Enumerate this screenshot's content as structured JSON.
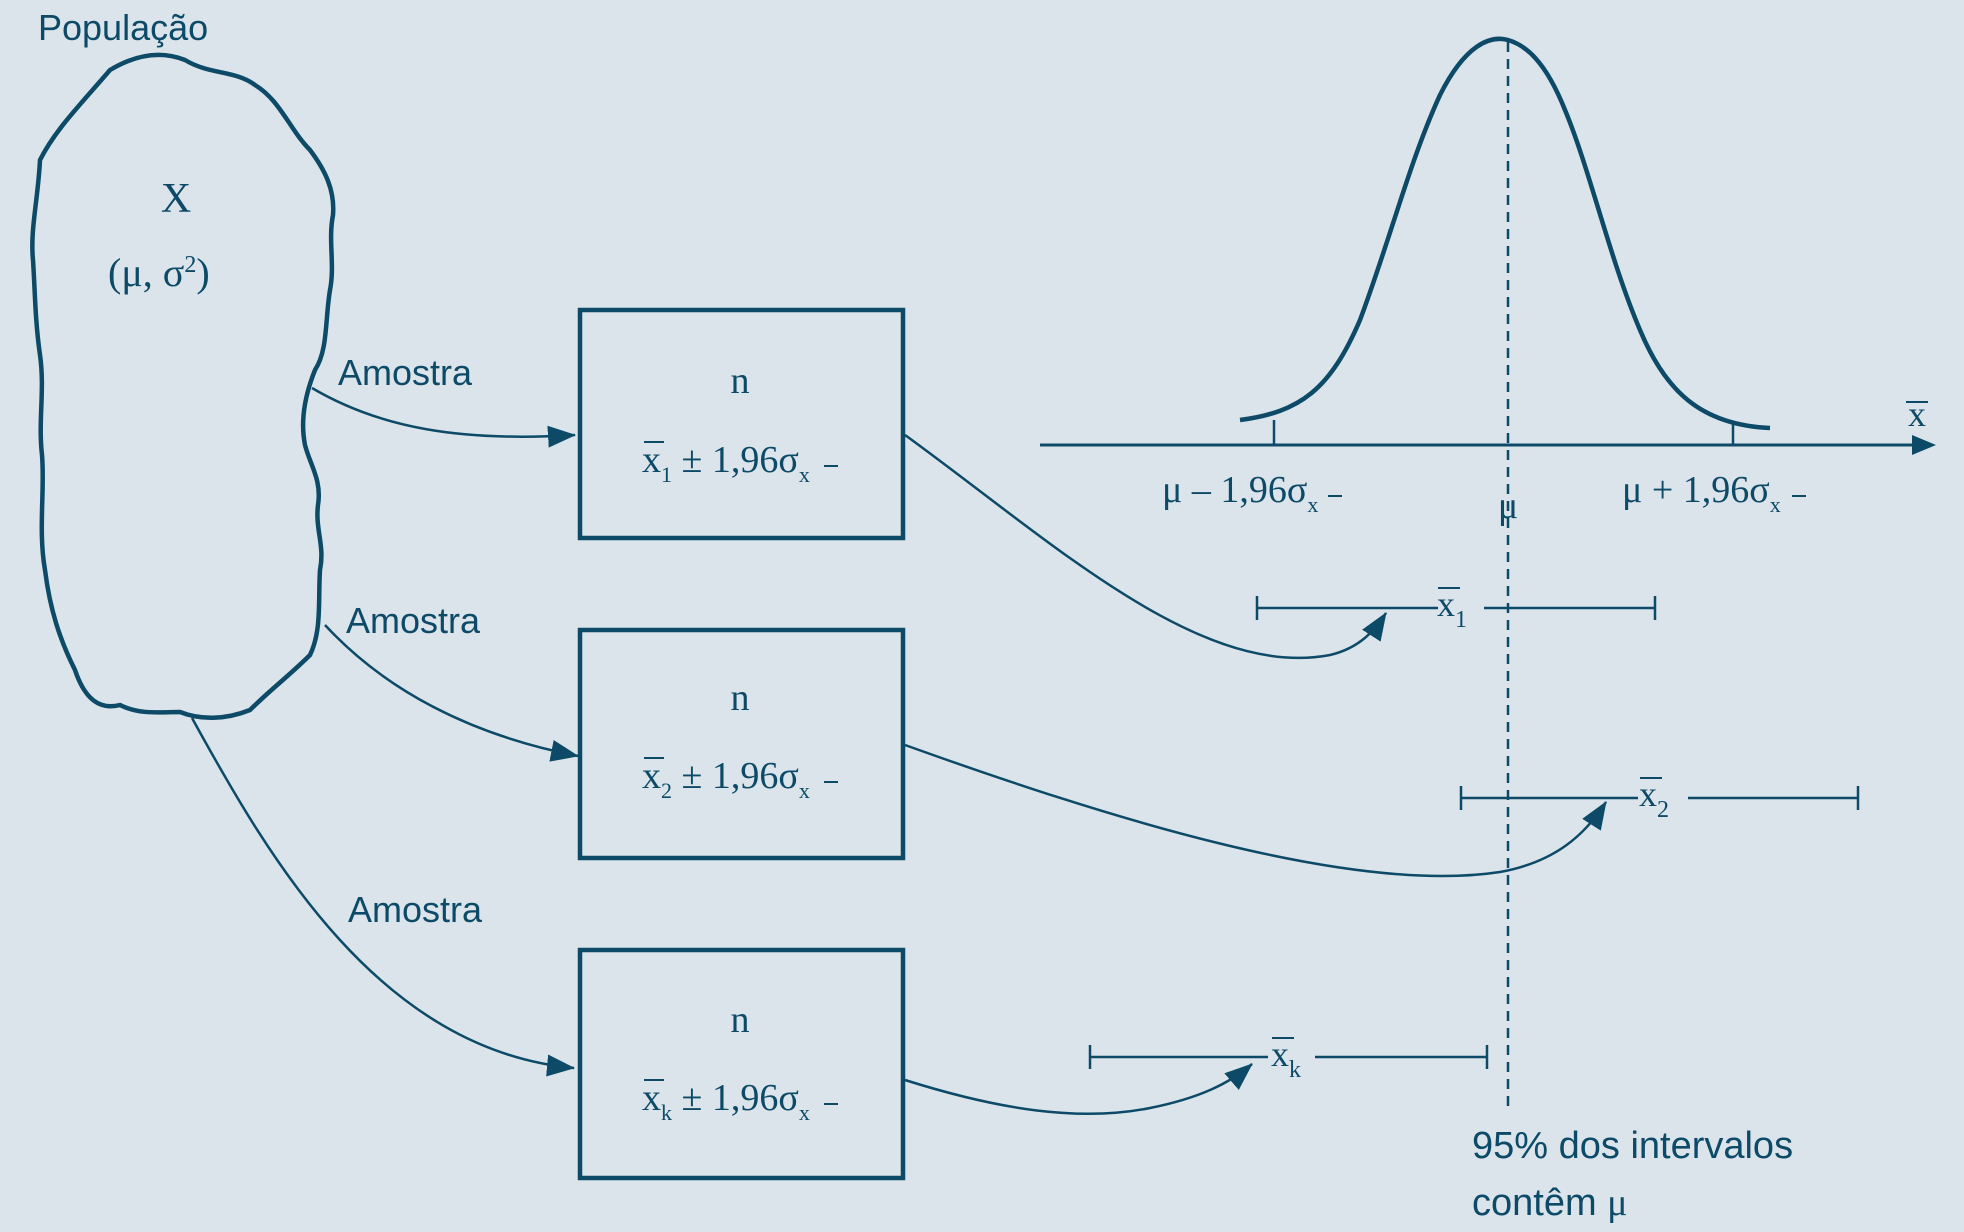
{
  "population": {
    "title": "População",
    "variable": "X",
    "params_open": "(μ, σ",
    "params_sup": "2",
    "params_close": ")"
  },
  "arrows": {
    "sample_label_1": "Amostra",
    "sample_label_2": "Amostra",
    "sample_label_3": "Amostra"
  },
  "boxes": [
    {
      "n": "n",
      "xbar": "x",
      "sub": "1",
      "formula": " ± 1,96σ",
      "sigma_sub": "x"
    },
    {
      "n": "n",
      "xbar": "x",
      "sub": "2",
      "formula": " ± 1,96σ",
      "sigma_sub": "x"
    },
    {
      "n": "n",
      "xbar": "x",
      "sub": "k",
      "formula": " ± 1,96σ",
      "sigma_sub": "x"
    }
  ],
  "distribution": {
    "axis_label": "x",
    "mu": "μ",
    "lower_main": "μ – 1,96σ",
    "lower_sub": "x",
    "upper_main": "μ + 1,96σ",
    "upper_sub": "x"
  },
  "intervals": [
    {
      "label": "x",
      "sub": "1"
    },
    {
      "label": "x",
      "sub": "2"
    },
    {
      "label": "x",
      "sub": "k"
    }
  ],
  "note": {
    "line1": "95% dos intervalos",
    "line2_text": "contêm ",
    "line2_mu": "μ"
  },
  "colors": {
    "background": "#dbe4ea",
    "ink": "#0c4a68"
  }
}
